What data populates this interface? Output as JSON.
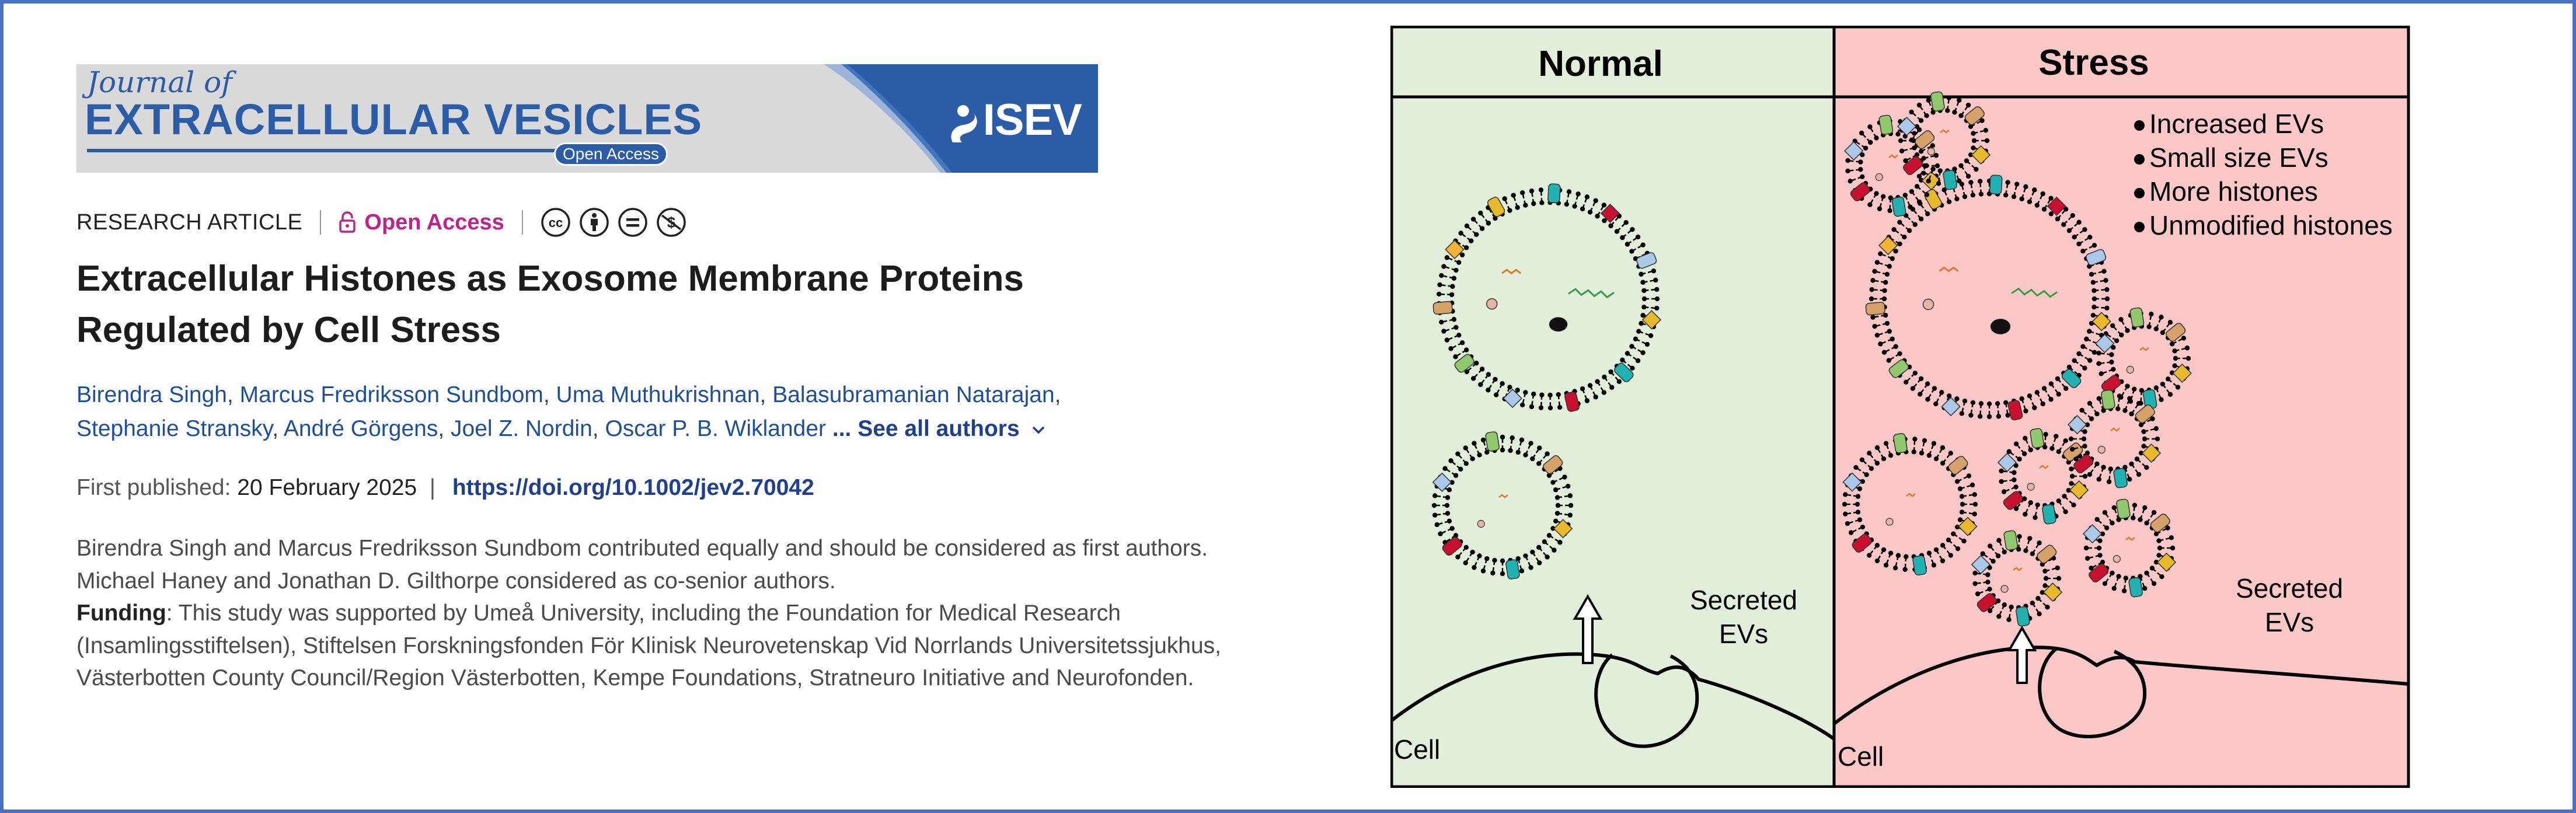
{
  "journal": {
    "prefix": "Journal of",
    "name": "EXTRACELLULAR VESICLES",
    "badge": "Open Access",
    "publisher": "ISEV"
  },
  "article": {
    "type": "RESEARCH ARTICLE",
    "access": "Open Access",
    "license_icons": [
      "cc-icon",
      "attribution-icon",
      "no-derivatives-icon",
      "non-commercial-icon"
    ],
    "title": "Extracellular Histones as Exosome Membrane Proteins Regulated by Cell Stress",
    "authors": [
      "Birendra Singh",
      "Marcus Fredriksson Sundbom",
      "Uma Muthukrishnan",
      "Balasubramanian Natarajan",
      "Stephanie Stransky",
      "André Görgens",
      "Joel Z. Nordin",
      "Oscar P. B. Wiklander"
    ],
    "see_all": "... See all authors",
    "first_published_label": "First published:",
    "first_published_date": "20 February 2025",
    "doi": "https://doi.org/10.1002/jev2.70042",
    "note_equal": "Birendra Singh and Marcus Fredriksson Sundbom contributed equally and should be considered as first authors.",
    "note_senior": "Michael Haney and Jonathan D. Gilthorpe considered as co-senior authors.",
    "funding_label": "Funding",
    "funding_text": ": This study was supported by Umeå University, including the Foundation for Medical Research (Insamlingsstiftelsen), Stiftelsen Forskningsfonden För Klinisk Neurovetenskap Vid Norrlands Universitetssjukhus, Västerbotten County Council/Region Västerbotten, Kempe Foundations, Stratneuro Initiative and Neurofonden."
  },
  "figure": {
    "normal": {
      "heading": "Normal",
      "secreted_label": [
        "Secreted",
        "EVs"
      ],
      "cell_label": "Cell",
      "bg": "#e2efda",
      "heading_color": "#548235"
    },
    "stress": {
      "heading": "Stress",
      "secreted_label": [
        "Secreted",
        "EVs"
      ],
      "cell_label": "Cell",
      "bullets": [
        "Increased EVs",
        "Small size EVs",
        "More histones",
        "Unmodified histones"
      ],
      "bg": "#fcc7c7",
      "heading_color": "#ee4444"
    }
  },
  "colors": {
    "frame": "#4a72c4",
    "journal_blue": "#2b5ca8",
    "open_access": "#c0218a",
    "link": "#1f4f9b"
  }
}
